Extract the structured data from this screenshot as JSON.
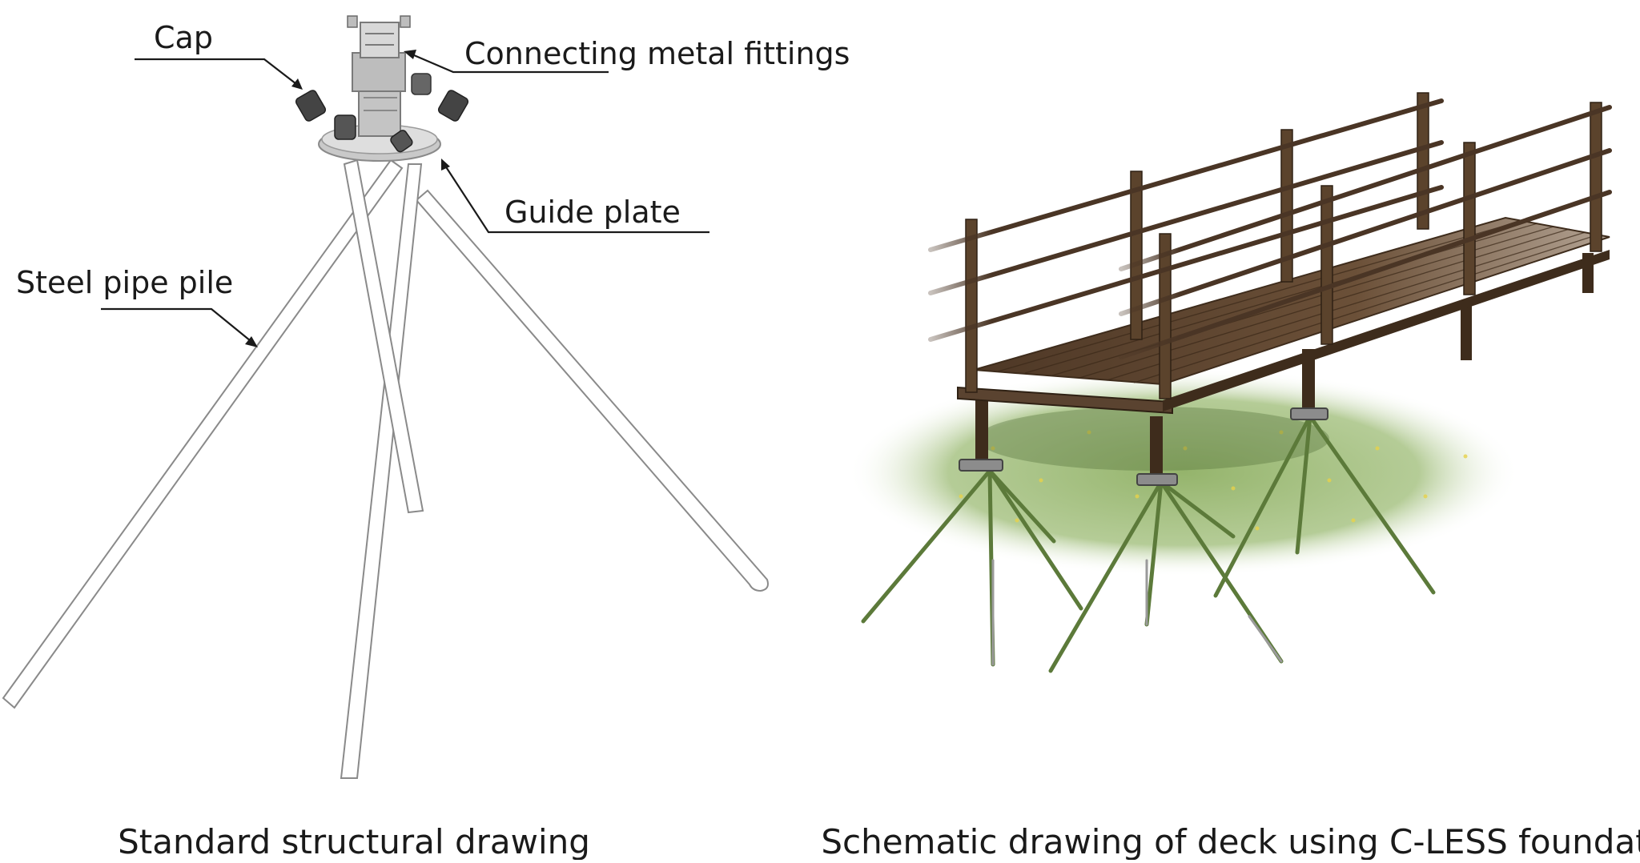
{
  "left_figure": {
    "caption": "Standard structural drawing",
    "labels": {
      "cap": "Cap",
      "connecting_fittings": "Connecting metal fittings",
      "guide_plate": "Guide plate",
      "steel_pipe_pile": "Steel pipe pile"
    }
  },
  "right_figure": {
    "caption": "Schematic drawing of deck using C-LESS foundation"
  },
  "colors": {
    "text": "#1a1a1a",
    "pile_outline": "#8a8a8a",
    "wood": "#5b432c",
    "wood_dark": "#3e2c1c",
    "grass": "#8fb064",
    "pile_green": "#5c7a3a"
  }
}
